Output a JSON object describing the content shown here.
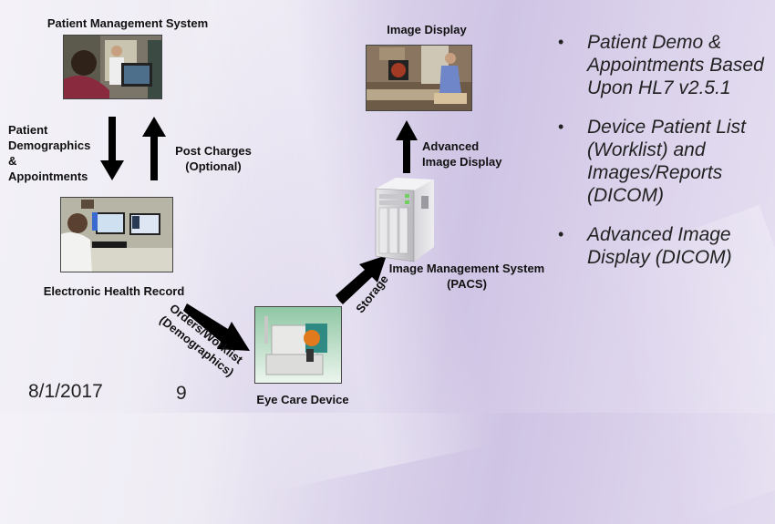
{
  "nodes": {
    "pms": {
      "label": "Patient Management System",
      "image": "office-workstation-photo"
    },
    "ehr": {
      "label": "Electronic Health Record",
      "image": "clinician-at-monitors-photo"
    },
    "image_display": {
      "label": "Image Display",
      "image": "doctor-viewing-retina-photo"
    },
    "pacs": {
      "label_line1": "Image Management System",
      "label_line2": "(PACS)",
      "image": "server-tower-icon"
    },
    "device": {
      "label": "Eye Care Device",
      "image": "fundus-camera-photo"
    }
  },
  "edges": {
    "demographics": {
      "line1": "Patient",
      "line2": "Demographics",
      "line3": "&",
      "line4": "Appointments"
    },
    "post_charges": {
      "line1": "Post Charges",
      "line2": "(Optional)"
    },
    "orders": {
      "line1": "Orders/Worklist",
      "line2": "(Demographics)"
    },
    "storage": {
      "label": "Storage"
    },
    "advanced": {
      "line1": "Advanced",
      "line2": "Image Display"
    }
  },
  "bullets": [
    {
      "text": "Patient Demo & Appointments Based Upon HL7 v2.5.1"
    },
    {
      "text": "Device Patient List (Worklist) and Images/Reports (DICOM)"
    },
    {
      "text": "Advanced Image Display (DICOM)"
    }
  ],
  "bullet_symbol": "•",
  "footer": {
    "date": "8/1/2017",
    "page": "9"
  },
  "colors": {
    "arrow": "#000000",
    "text": "#111111"
  }
}
